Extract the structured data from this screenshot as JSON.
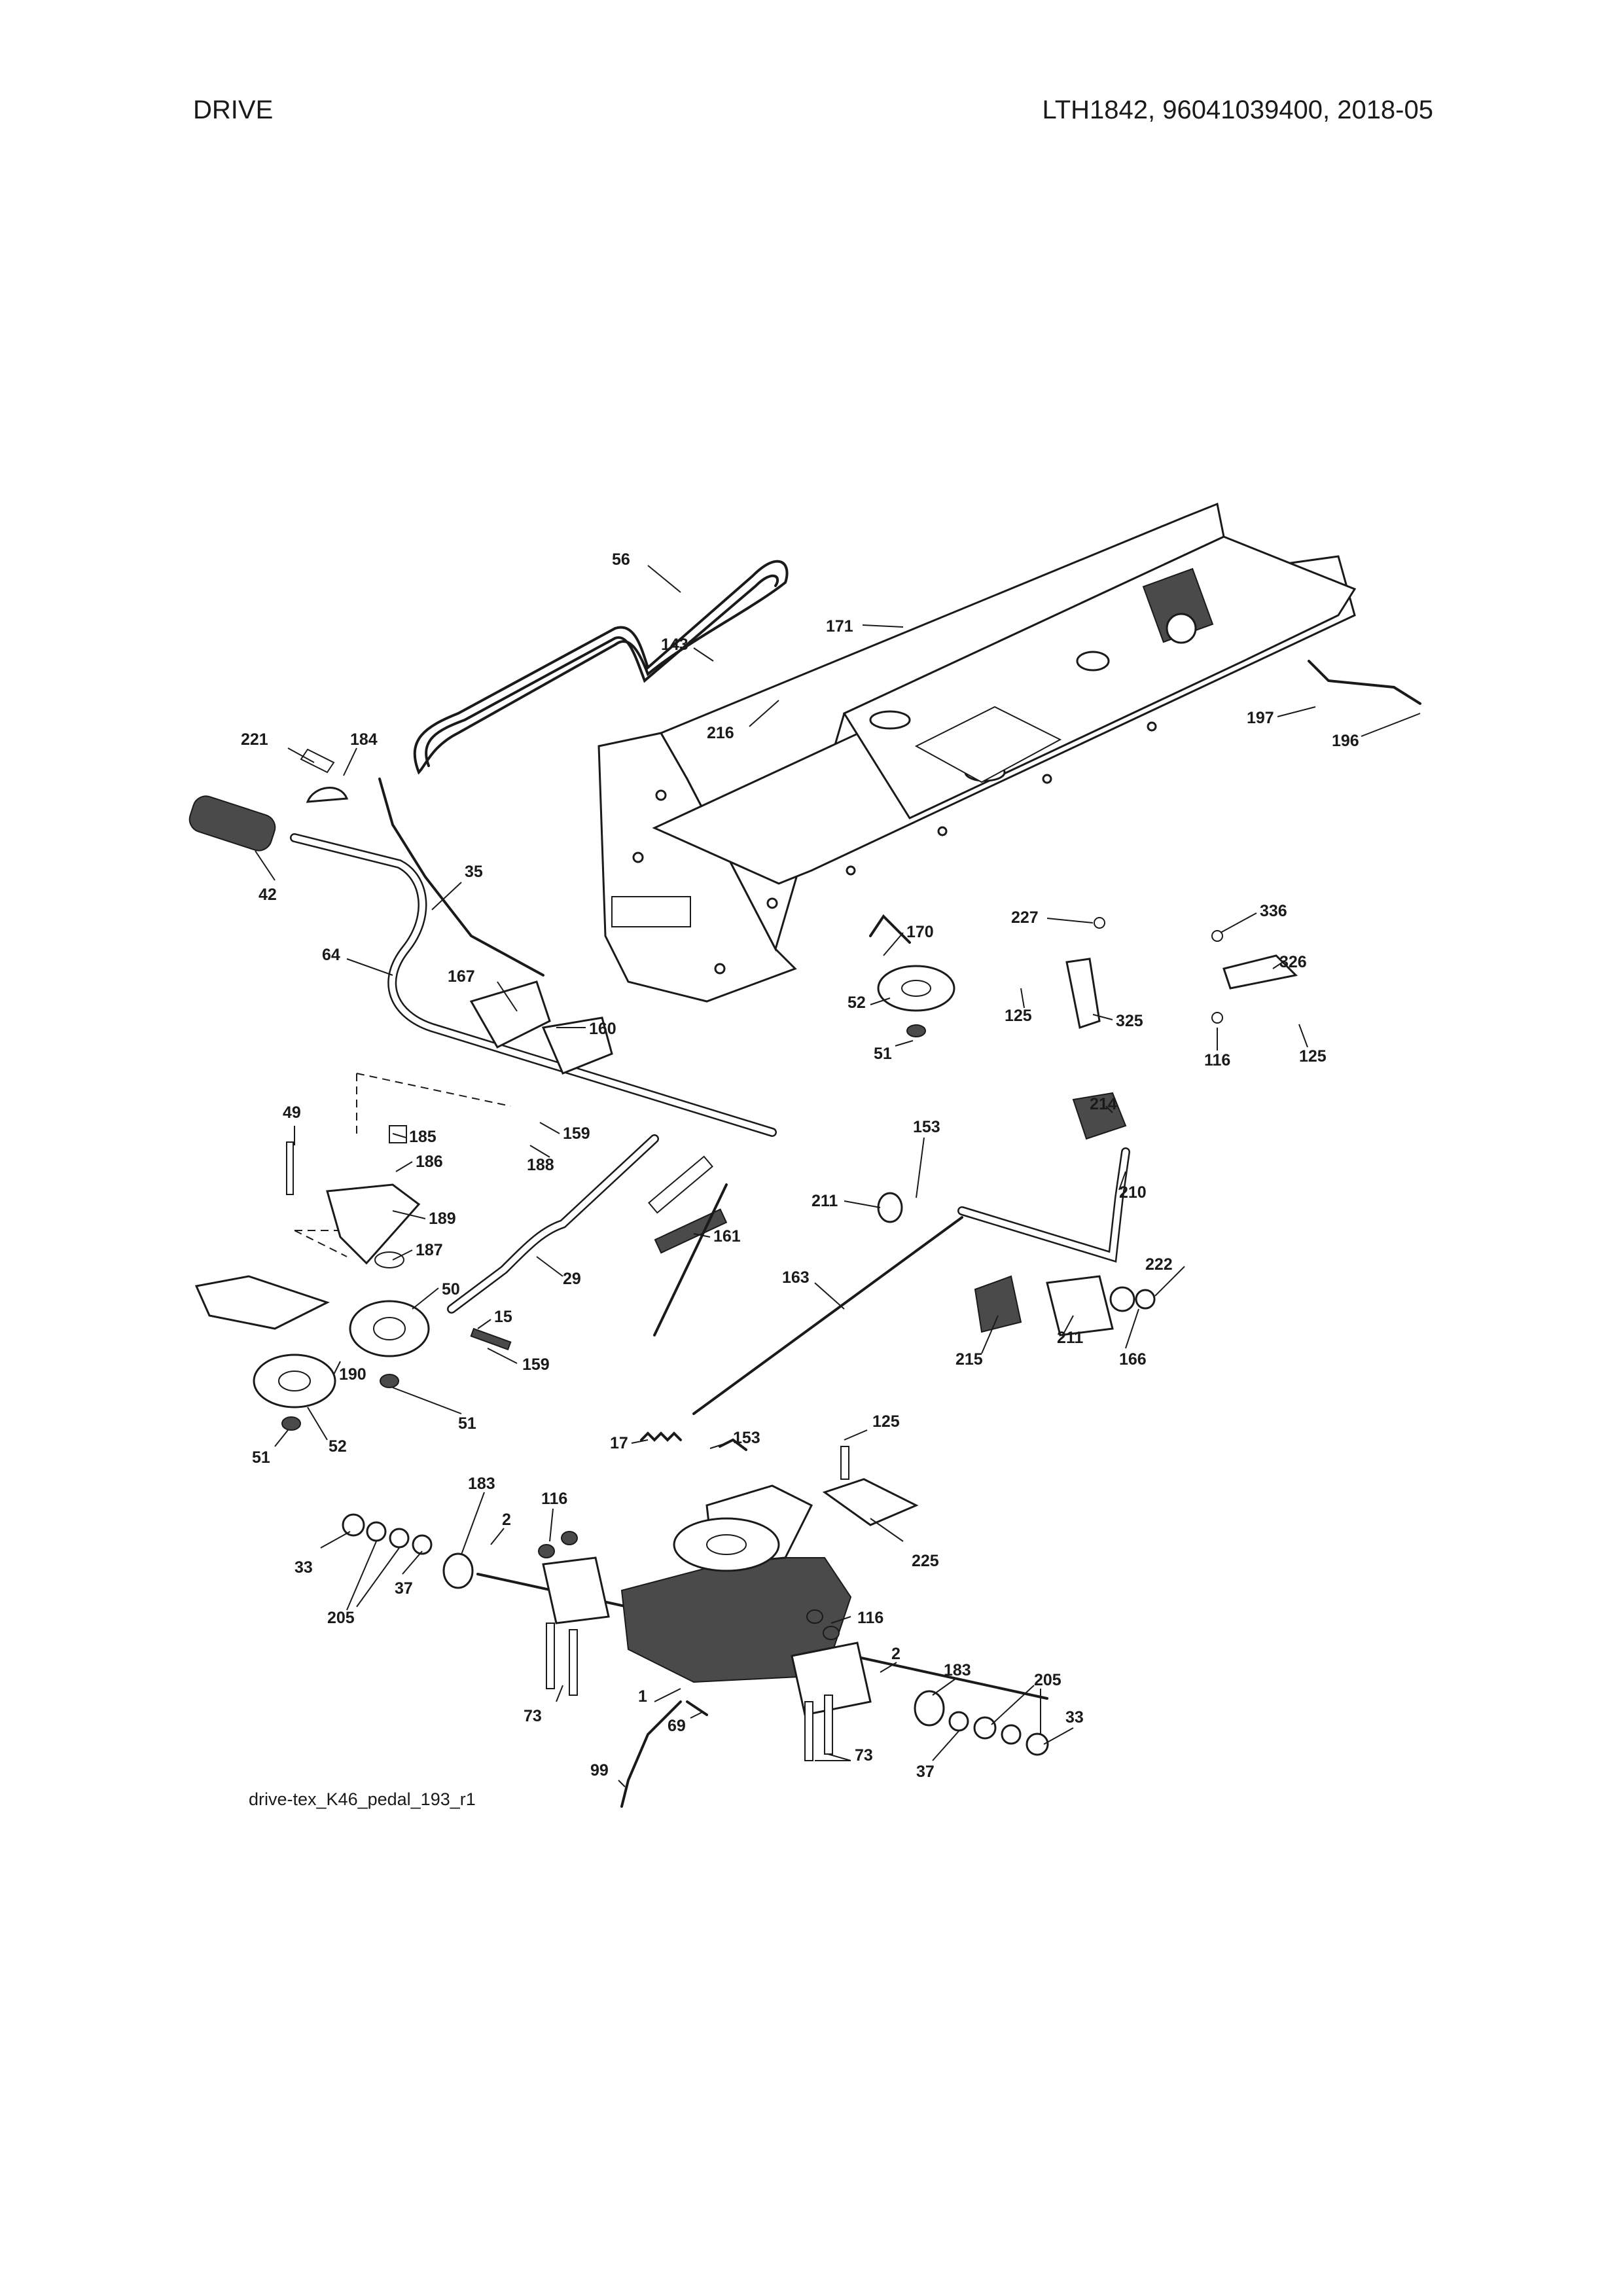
{
  "header": {
    "section": "DRIVE",
    "model_info": "LTH1842, 96041039400, 2018-05"
  },
  "caption": "drive-tex_K46_pedal_193_r1",
  "callouts": [
    {
      "id": "c56",
      "number": "56"
    },
    {
      "id": "c171",
      "number": "171"
    },
    {
      "id": "c143",
      "number": "143"
    },
    {
      "id": "c216",
      "number": "216"
    },
    {
      "id": "c197",
      "number": "197"
    },
    {
      "id": "c196",
      "number": "196"
    },
    {
      "id": "c221",
      "number": "221"
    },
    {
      "id": "c184",
      "number": "184"
    },
    {
      "id": "c42",
      "number": "42"
    },
    {
      "id": "c35",
      "number": "35"
    },
    {
      "id": "c64",
      "number": "64"
    },
    {
      "id": "c167",
      "number": "167"
    },
    {
      "id": "c160",
      "number": "160"
    },
    {
      "id": "c170",
      "number": "170"
    },
    {
      "id": "c227",
      "number": "227"
    },
    {
      "id": "c336",
      "number": "336"
    },
    {
      "id": "c326",
      "number": "326"
    },
    {
      "id": "c52a",
      "number": "52"
    },
    {
      "id": "c125a",
      "number": "125"
    },
    {
      "id": "c325",
      "number": "325"
    },
    {
      "id": "c51a",
      "number": "51"
    },
    {
      "id": "c116a",
      "number": "116"
    },
    {
      "id": "c125b",
      "number": "125"
    },
    {
      "id": "c159a",
      "number": "159"
    },
    {
      "id": "c188",
      "number": "188"
    },
    {
      "id": "c49",
      "number": "49"
    },
    {
      "id": "c185",
      "number": "185"
    },
    {
      "id": "c186",
      "number": "186"
    },
    {
      "id": "c189",
      "number": "189"
    },
    {
      "id": "c187",
      "number": "187"
    },
    {
      "id": "c214",
      "number": "214"
    },
    {
      "id": "c211a",
      "number": "211"
    },
    {
      "id": "c153a",
      "number": "153"
    },
    {
      "id": "c210",
      "number": "210"
    },
    {
      "id": "c161",
      "number": "161"
    },
    {
      "id": "c29",
      "number": "29"
    },
    {
      "id": "c163",
      "number": "163"
    },
    {
      "id": "c222",
      "number": "222"
    },
    {
      "id": "c50",
      "number": "50"
    },
    {
      "id": "c15",
      "number": "15"
    },
    {
      "id": "c190",
      "number": "190"
    },
    {
      "id": "c159b",
      "number": "159"
    },
    {
      "id": "c215",
      "number": "215"
    },
    {
      "id": "c211b",
      "number": "211"
    },
    {
      "id": "c166",
      "number": "166"
    },
    {
      "id": "c51b",
      "number": "51"
    },
    {
      "id": "c51c",
      "number": "51"
    },
    {
      "id": "c52b",
      "number": "52"
    },
    {
      "id": "c125c",
      "number": "125"
    },
    {
      "id": "c17",
      "number": "17"
    },
    {
      "id": "c153b",
      "number": "153"
    },
    {
      "id": "c183a",
      "number": "183"
    },
    {
      "id": "c116b",
      "number": "116"
    },
    {
      "id": "c2a",
      "number": "2"
    },
    {
      "id": "c225",
      "number": "225"
    },
    {
      "id": "c33a",
      "number": "33"
    },
    {
      "id": "c37a",
      "number": "37"
    },
    {
      "id": "c205a",
      "number": "205"
    },
    {
      "id": "c116c",
      "number": "116"
    },
    {
      "id": "c2b",
      "number": "2"
    },
    {
      "id": "c183b",
      "number": "183"
    },
    {
      "id": "c205b",
      "number": "205"
    },
    {
      "id": "c1",
      "number": "1"
    },
    {
      "id": "c69",
      "number": "69"
    },
    {
      "id": "c73a",
      "number": "73"
    },
    {
      "id": "c33b",
      "number": "33"
    },
    {
      "id": "c73b",
      "number": "73"
    },
    {
      "id": "c99",
      "number": "99"
    },
    {
      "id": "c37b",
      "number": "37"
    }
  ]
}
